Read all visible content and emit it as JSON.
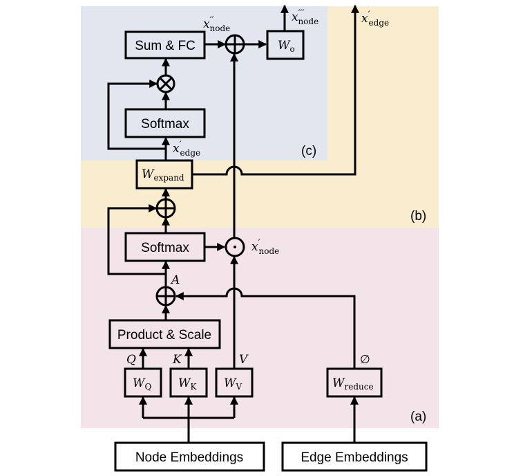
{
  "diagram": {
    "panels": [
      {
        "id": "a",
        "label": "(a)",
        "color": "#f3e4e9"
      },
      {
        "id": "b",
        "label": "(b)",
        "color": "#faedcf"
      },
      {
        "id": "c",
        "label": "(c)",
        "color": "#e1e6ef"
      }
    ],
    "inputs": {
      "node_embeddings": "Node Embeddings",
      "edge_embeddings": "Edge Embeddings"
    },
    "blocks": {
      "sum_fc": "Sum & FC",
      "softmax_c": "Softmax",
      "softmax_a": "Softmax",
      "product_scale": "Product & Scale"
    },
    "weights": {
      "w_o": {
        "main": "W",
        "sub": "o"
      },
      "w_expand": {
        "main": "W",
        "sub": "expand"
      },
      "w_q": {
        "main": "W",
        "sub": "Q"
      },
      "w_k": {
        "main": "W",
        "sub": "K"
      },
      "w_v": {
        "main": "W",
        "sub": "V"
      },
      "w_reduce": {
        "main": "W",
        "sub": "reduce"
      }
    },
    "operators": {
      "add_top": "⊕",
      "multiply": "⊗",
      "add_mid": "⊕",
      "hadamard": "⊙",
      "add_bottom": "⊕"
    },
    "signals": {
      "x_node_2": {
        "main": "x",
        "prime": "′′",
        "sub": "node"
      },
      "x_node_3": {
        "main": "x",
        "prime": "′′′",
        "sub": "node"
      },
      "x_edge_out": {
        "main": "x",
        "prime": "′",
        "sub": "edge"
      },
      "x_edge_c": {
        "main": "x",
        "prime": "′",
        "sub": "edge"
      },
      "x_node_1": {
        "main": "x",
        "prime": "′",
        "sub": "node"
      },
      "a": "A",
      "q": "Q",
      "k": "K",
      "v": "V",
      "phi": "∅"
    }
  }
}
